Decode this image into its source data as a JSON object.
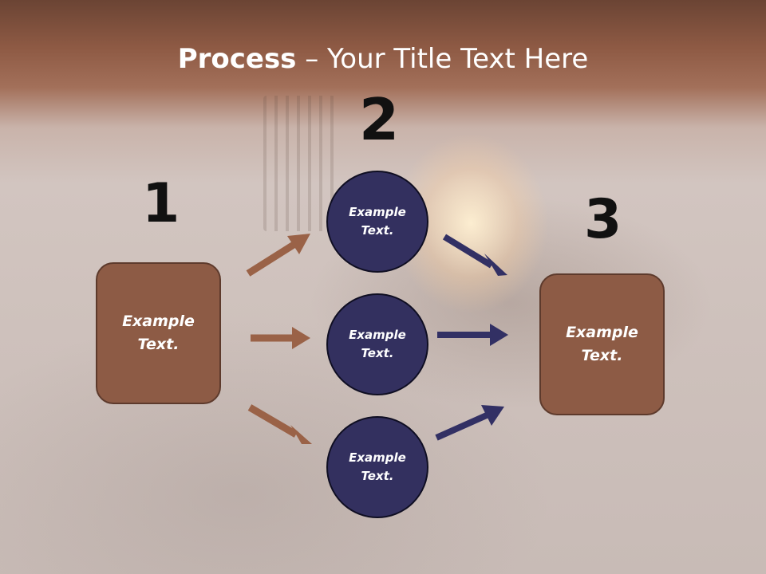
{
  "title": {
    "bold": "Process",
    "rest": " – Your Title Text Here"
  },
  "steps": [
    {
      "number": "1",
      "text": "Example Text."
    },
    {
      "number": "2",
      "items": [
        "Example Text.",
        "Example Text.",
        "Example Text."
      ]
    },
    {
      "number": "3",
      "text": "Example Text."
    }
  ],
  "colors": {
    "brown": "#8d5b45",
    "navy": "#33305f",
    "arrow_brown": "#9a6247",
    "arrow_navy": "#323064"
  }
}
